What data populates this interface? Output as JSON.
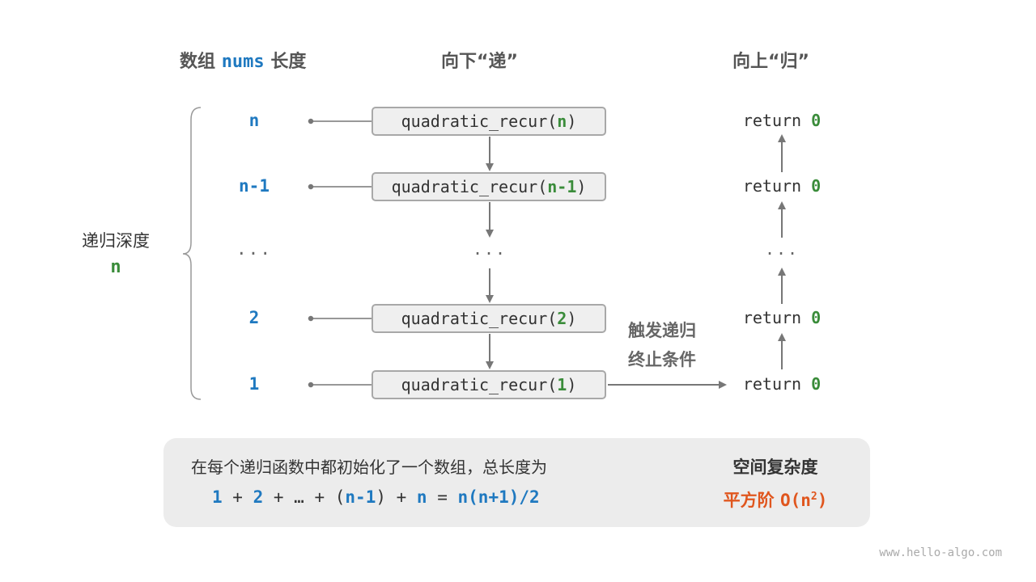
{
  "headers": {
    "col1_pre": "数组",
    "col1_kw": "nums",
    "col1_post": "长度",
    "col2": "向下“递”",
    "col3": "向上“归”"
  },
  "depth_label": {
    "text": "递归深度",
    "n": "n"
  },
  "lengths": [
    "n",
    "n-1",
    "...",
    "2",
    "1"
  ],
  "calls": [
    {
      "fn": "quadratic_recur(",
      "arg": "n",
      "close": ")"
    },
    {
      "fn": "quadratic_recur(",
      "arg": "n-1",
      "close": ")"
    },
    {
      "fn": "quadratic_recur(",
      "arg": "2",
      "close": ")"
    },
    {
      "fn": "quadratic_recur(",
      "arg": "1",
      "close": ")"
    }
  ],
  "middle_dots": "...",
  "returns": [
    {
      "kw": "return",
      "val": "0"
    },
    {
      "kw": "return",
      "val": "0"
    },
    {
      "kw": "return",
      "val": "0"
    },
    {
      "kw": "return",
      "val": "0"
    }
  ],
  "return_dots": "...",
  "trigger": {
    "line1": "触发递归",
    "line2": "终止条件"
  },
  "summary": {
    "description": "在每个递归函数中都初始化了一个数组，总长度为",
    "formula": {
      "t1": "1",
      "p1": " + ",
      "t2": "2",
      "p2": " + … + (",
      "t3": "n-1",
      "p3": ") + ",
      "t4": "n",
      "p4": " = ",
      "t5": "n(n+1)/2"
    },
    "complexity_title": "空间复杂度",
    "complexity_label": "平方阶",
    "complexity_value": "O(n",
    "complexity_exp": "2",
    "complexity_close": ")"
  },
  "footer": "www.hello-algo.com",
  "colors": {
    "blue": "#1f79c0",
    "green": "#3a8c3a",
    "orange": "#e0561e",
    "box_fill": "#efefef",
    "summary_bg": "#ececec"
  }
}
